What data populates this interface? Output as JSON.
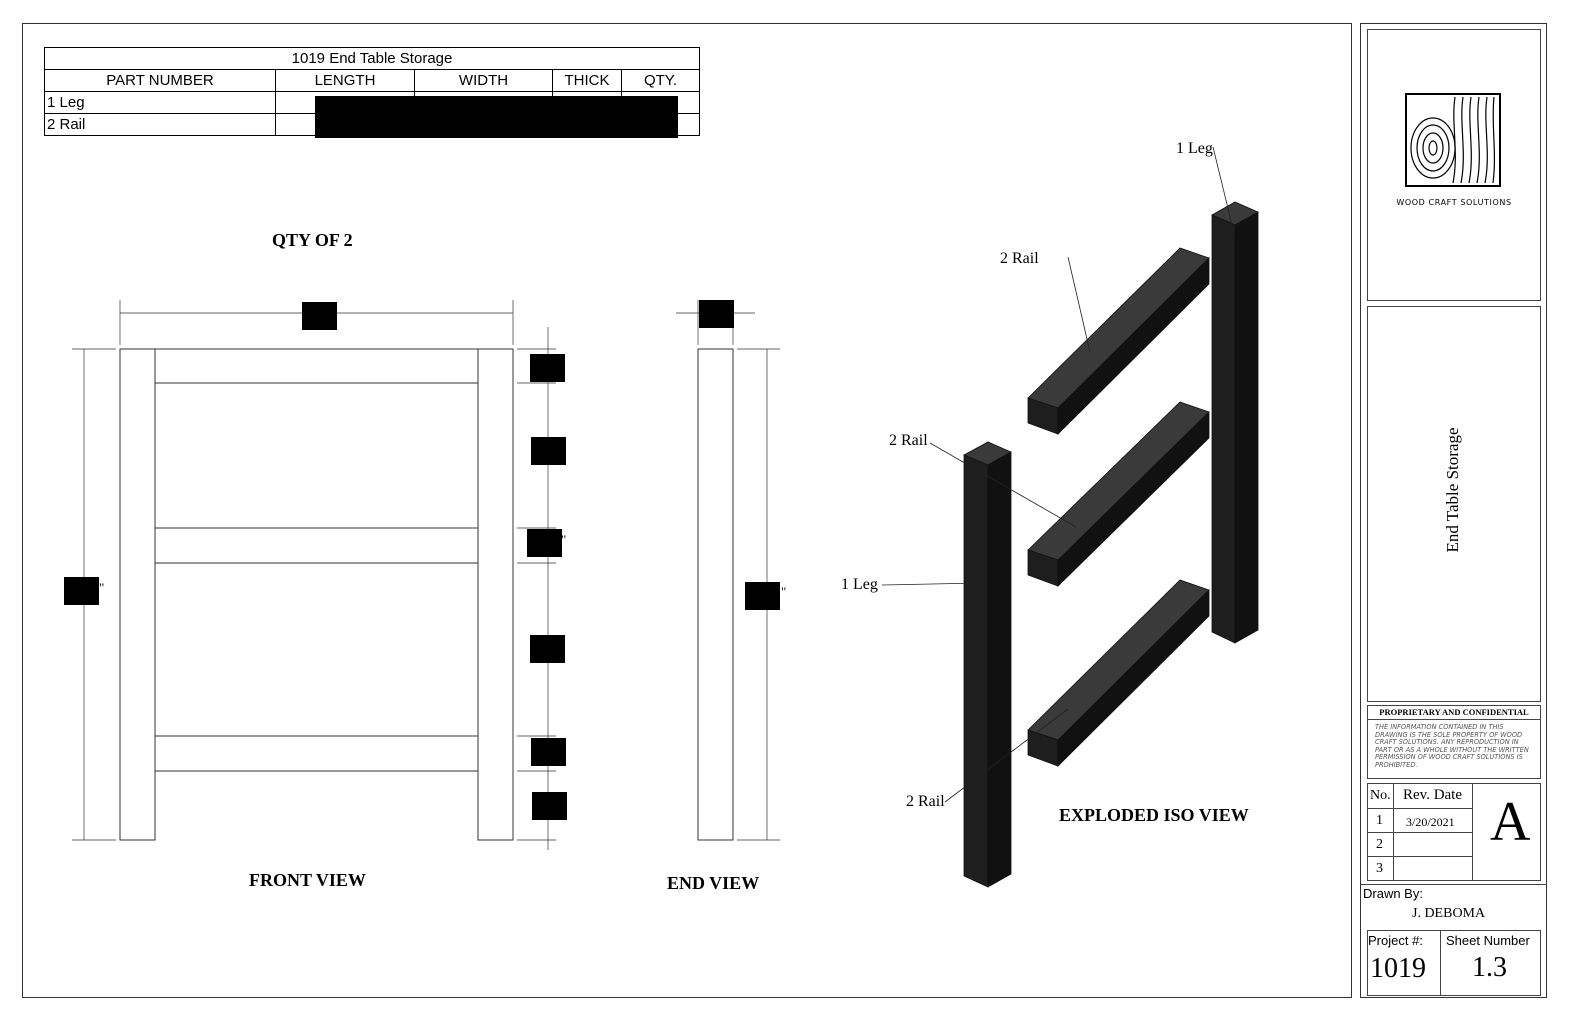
{
  "parts_table": {
    "title": "1019 End Table Storage",
    "columns": [
      "PART NUMBER",
      "LENGTH",
      "WIDTH",
      "THICK",
      "QTY."
    ],
    "rows": [
      {
        "part": "1 Leg"
      },
      {
        "part": "2 Rail"
      }
    ]
  },
  "drawing": {
    "qty_note": "QTY OF 2",
    "front_view_label": "FRONT VIEW",
    "end_view_label": "END VIEW",
    "iso_view_label": "EXPLODED ISO VIEW",
    "callouts": {
      "leg_top": "1 Leg",
      "rail_top": "2 Rail",
      "rail_mid": "2 Rail",
      "leg_left": "1 Leg",
      "rail_bottom": "2 Rail"
    },
    "inch_mark": "\""
  },
  "title_block": {
    "company": "WOOD CRAFT SOLUTIONS",
    "drawing_title": "End Table Storage",
    "confidential_heading": "PROPRIETARY AND CONFIDENTIAL",
    "confidential_text": "THE INFORMATION CONTAINED IN THIS DRAWING IS THE SOLE PROPERTY OF WOOD CRAFT SOLUTIONS. ANY REPRODUCTION IN PART OR AS A WHOLE WITHOUT THE WRITTEN PERMISSION OF WOOD CRAFT SOLUTIONS IS PROHIBITED.",
    "revision": {
      "no_header": "No.",
      "date_header": "Rev. Date",
      "rows": [
        {
          "no": "1",
          "date": "3/20/2021"
        },
        {
          "no": "2",
          "date": ""
        },
        {
          "no": "3",
          "date": ""
        }
      ],
      "letter": "A"
    },
    "drawn_by_label": "Drawn By:",
    "drawn_by": "J. DEBOMA",
    "project_label": "Project #:",
    "project_number": "1019",
    "sheet_label": "Sheet Number",
    "sheet_number": "1.3"
  }
}
